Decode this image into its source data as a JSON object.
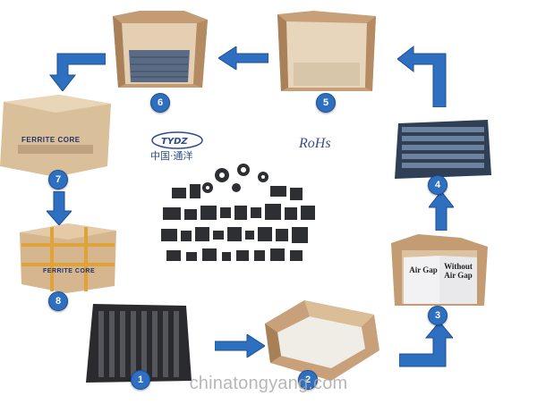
{
  "steps": [
    {
      "number": "1",
      "name": "tray-photo"
    },
    {
      "number": "2",
      "name": "carton-with-liner-photo"
    },
    {
      "number": "3",
      "name": "air-gap-sheets-photo"
    },
    {
      "number": "4",
      "name": "filled-tray-photo"
    },
    {
      "number": "5",
      "name": "tray-in-box-photo"
    },
    {
      "number": "6",
      "name": "box-open-photo"
    },
    {
      "number": "7",
      "name": "sealed-carton-photo"
    },
    {
      "number": "8",
      "name": "strapped-carton-photo"
    }
  ],
  "sheet_labels": {
    "left": "Air Gap",
    "right_line1": "Without",
    "right_line2": "Air Gap"
  },
  "carton_text": {
    "ferrite_core": "FERRITE CORE"
  },
  "logo": {
    "brand": "TYDZ",
    "chinese": "中国·通洋"
  },
  "rohs": "RoHs",
  "watermark": "chinatongyang.com",
  "colors": {
    "arrow": "#2f6fc0",
    "badge": "#2f6fc0",
    "cardboard": "#c9a27a"
  }
}
